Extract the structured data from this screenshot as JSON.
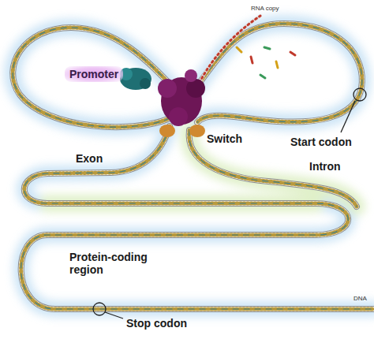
{
  "diagram": {
    "labels": [
      "Promoter",
      "Switch",
      "Start codon",
      "Exon",
      "Intron",
      "Protein-coding region",
      "Stop codon",
      "RNA copy",
      "DNA"
    ]
  }
}
